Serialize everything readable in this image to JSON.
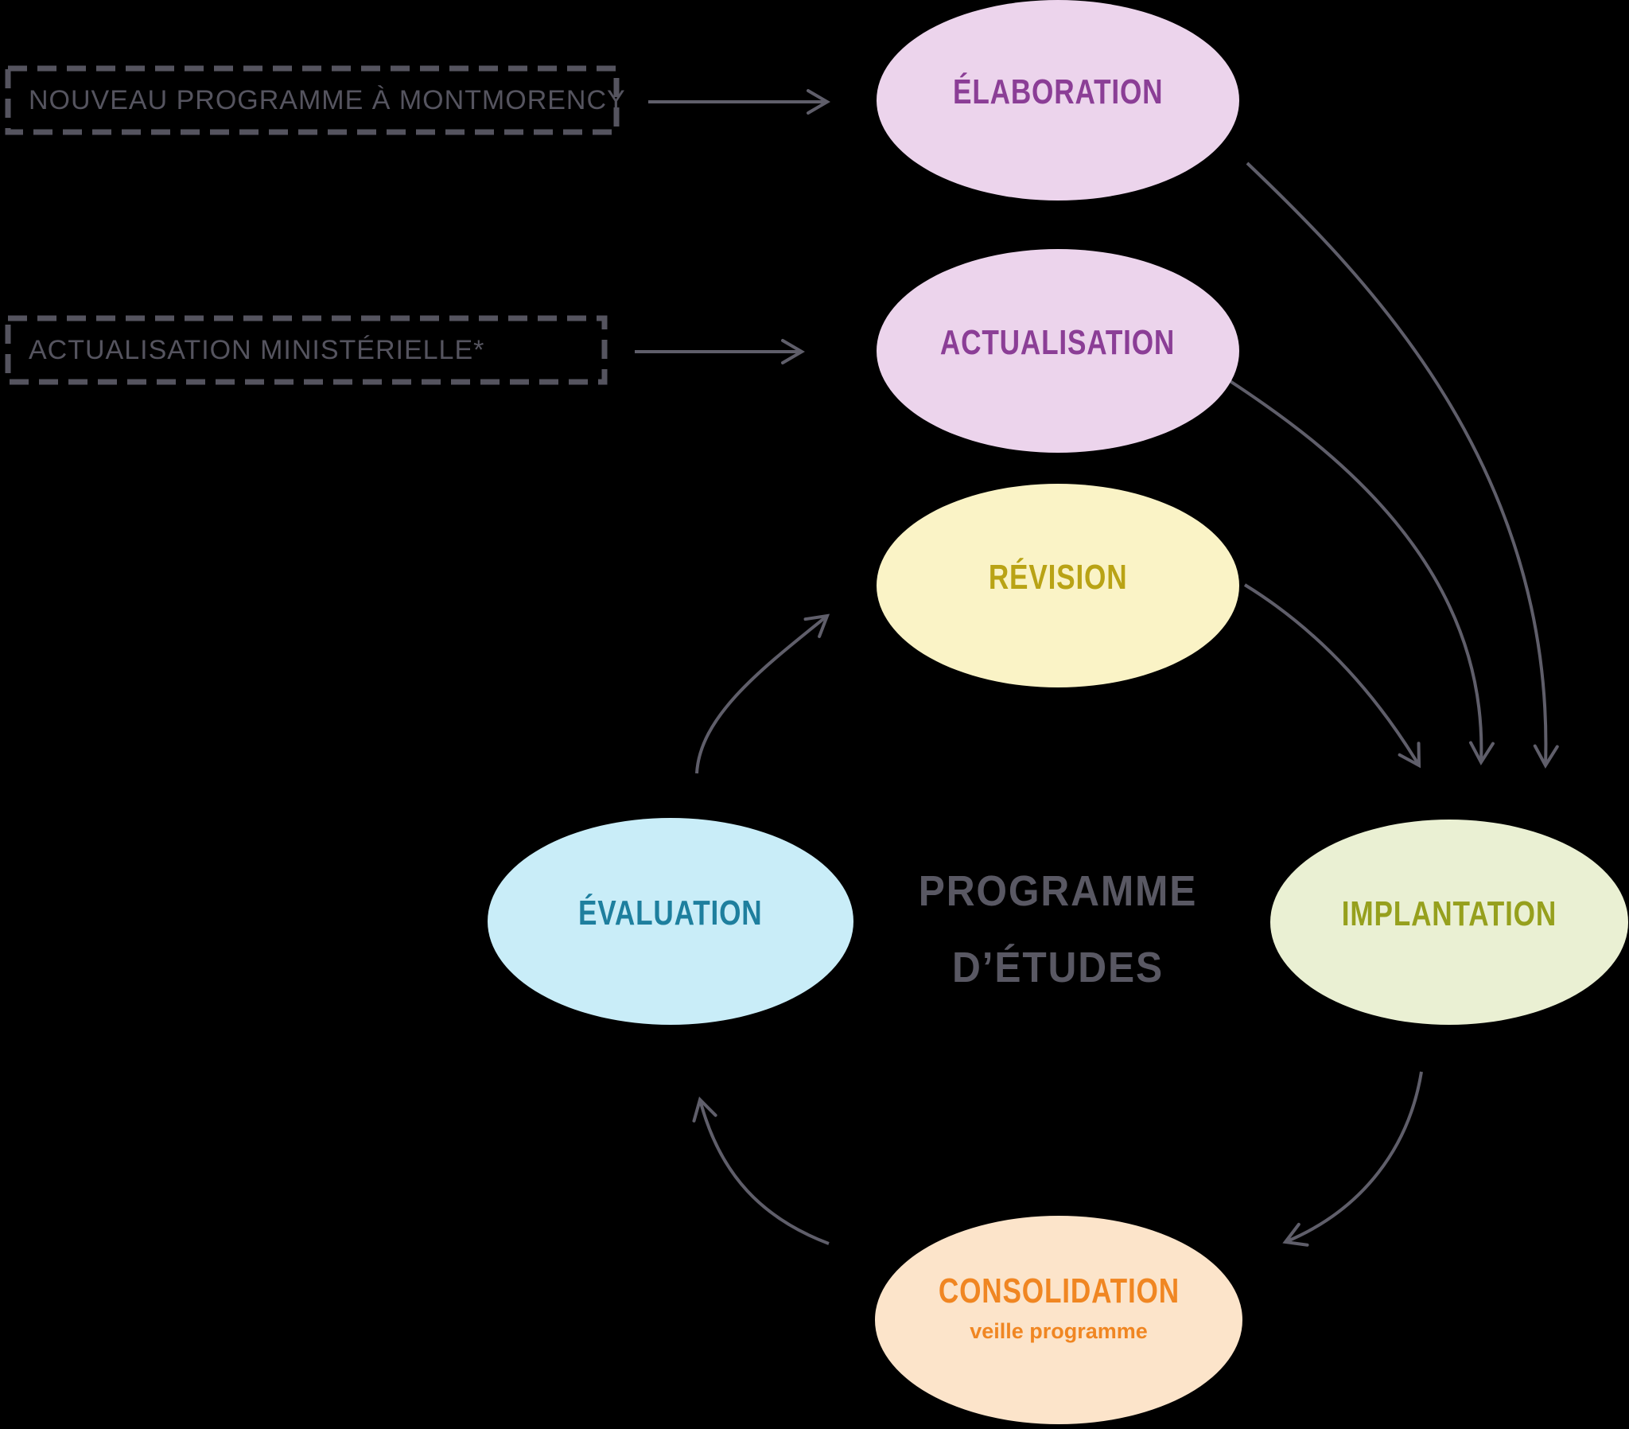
{
  "diagram": {
    "background_color": "#000000",
    "line_color": "#5f5e6a",
    "dash_border_color": "#55545f",
    "input_boxes": [
      {
        "label": "NOUVEAU PROGRAMME À MONTMORENCY",
        "text_color": "#55545f"
      },
      {
        "label": "ACTUALISATION MINISTÉRIELLE*",
        "text_color": "#55545f"
      }
    ],
    "center_title": {
      "line1": "PROGRAMME",
      "line2": "D’ÉTUDES",
      "text_color": "#595863"
    },
    "stages": [
      {
        "id": "elaboration",
        "label": "ÉLABORATION",
        "fill": "#ecd4ec",
        "text_color": "#8b3e96"
      },
      {
        "id": "actualisation",
        "label": "ACTUALISATION",
        "fill": "#ecd4ec",
        "text_color": "#8b3e96"
      },
      {
        "id": "revision",
        "label": "RÉVISION",
        "fill": "#faf3c6",
        "text_color": "#b9a315"
      },
      {
        "id": "evaluation",
        "label": "ÉVALUATION",
        "fill": "#c9edf8",
        "text_color": "#1e7f9e"
      },
      {
        "id": "implantation",
        "label": "IMPLANTATION",
        "fill": "#eaf0d3",
        "text_color": "#96a01d"
      },
      {
        "id": "consolidation",
        "label": "CONSOLIDATION",
        "sublabel": "veille programme",
        "fill": "#fce4ca",
        "text_color": "#f08622"
      }
    ]
  }
}
